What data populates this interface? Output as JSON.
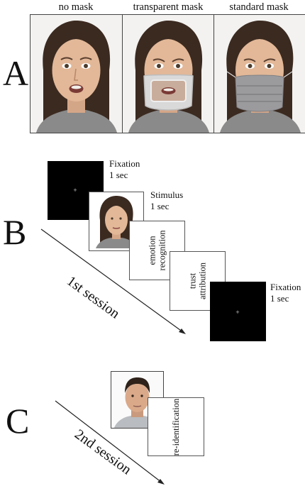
{
  "panel_a": {
    "letter": "A",
    "conditions": [
      "no mask",
      "transparent mask",
      "standard mask"
    ]
  },
  "panel_b": {
    "letter": "B",
    "steps": [
      {
        "title": "Fixation",
        "duration": "1 sec"
      },
      {
        "title": "Stimulus",
        "duration": "1 sec"
      },
      {
        "line1": "emotion",
        "line2": "recognition"
      },
      {
        "line1": "trust",
        "line2": "attribution"
      },
      {
        "title": "Fixation",
        "duration": "1 sec"
      }
    ],
    "fixation_cross": "+",
    "session": "1st session"
  },
  "panel_c": {
    "letter": "C",
    "task": "re-identification",
    "session": "2nd session"
  }
}
